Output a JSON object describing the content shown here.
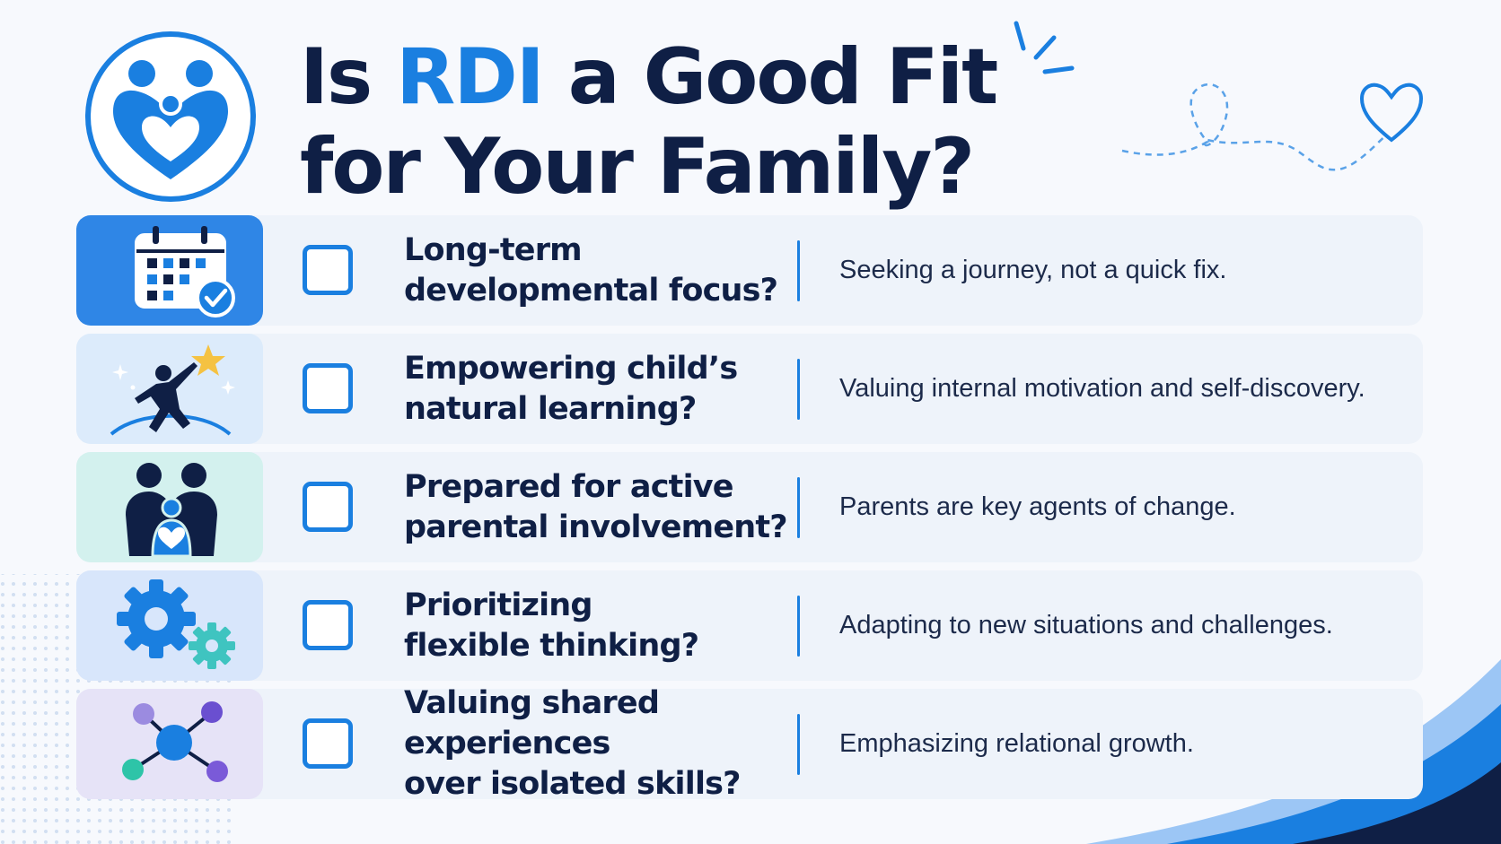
{
  "header": {
    "title_part1": "Is ",
    "title_accent": "RDI",
    "title_part2": " a Good Fit",
    "title_line2": "for Your Family?",
    "logo_icon": "family-heart-icon"
  },
  "colors": {
    "accent": "#1a7fe0",
    "navy": "#0f1f45",
    "row_bg": "#eef3fa"
  },
  "checklist": [
    {
      "icon": "calendar-check-icon",
      "question": "Long-term\ndevelopmental focus?",
      "answer": "Seeking a journey, not a quick fix.",
      "checked": false
    },
    {
      "icon": "reach-for-star-icon",
      "question": "Empowering child’s\nnatural learning?",
      "answer": "Valuing internal motivation and self-discovery.",
      "checked": false
    },
    {
      "icon": "parents-child-heart-icon",
      "question": "Prepared for active\nparental involvement?",
      "answer": "Parents are key agents of change.",
      "checked": false
    },
    {
      "icon": "gears-icon",
      "question": "Prioritizing\nflexible thinking?",
      "answer": "Adapting to new situations and challenges.",
      "checked": false
    },
    {
      "icon": "network-nodes-icon",
      "question": "Valuing shared experiences\nover isolated skills?",
      "answer": "Emphasizing relational growth.",
      "checked": false
    }
  ]
}
